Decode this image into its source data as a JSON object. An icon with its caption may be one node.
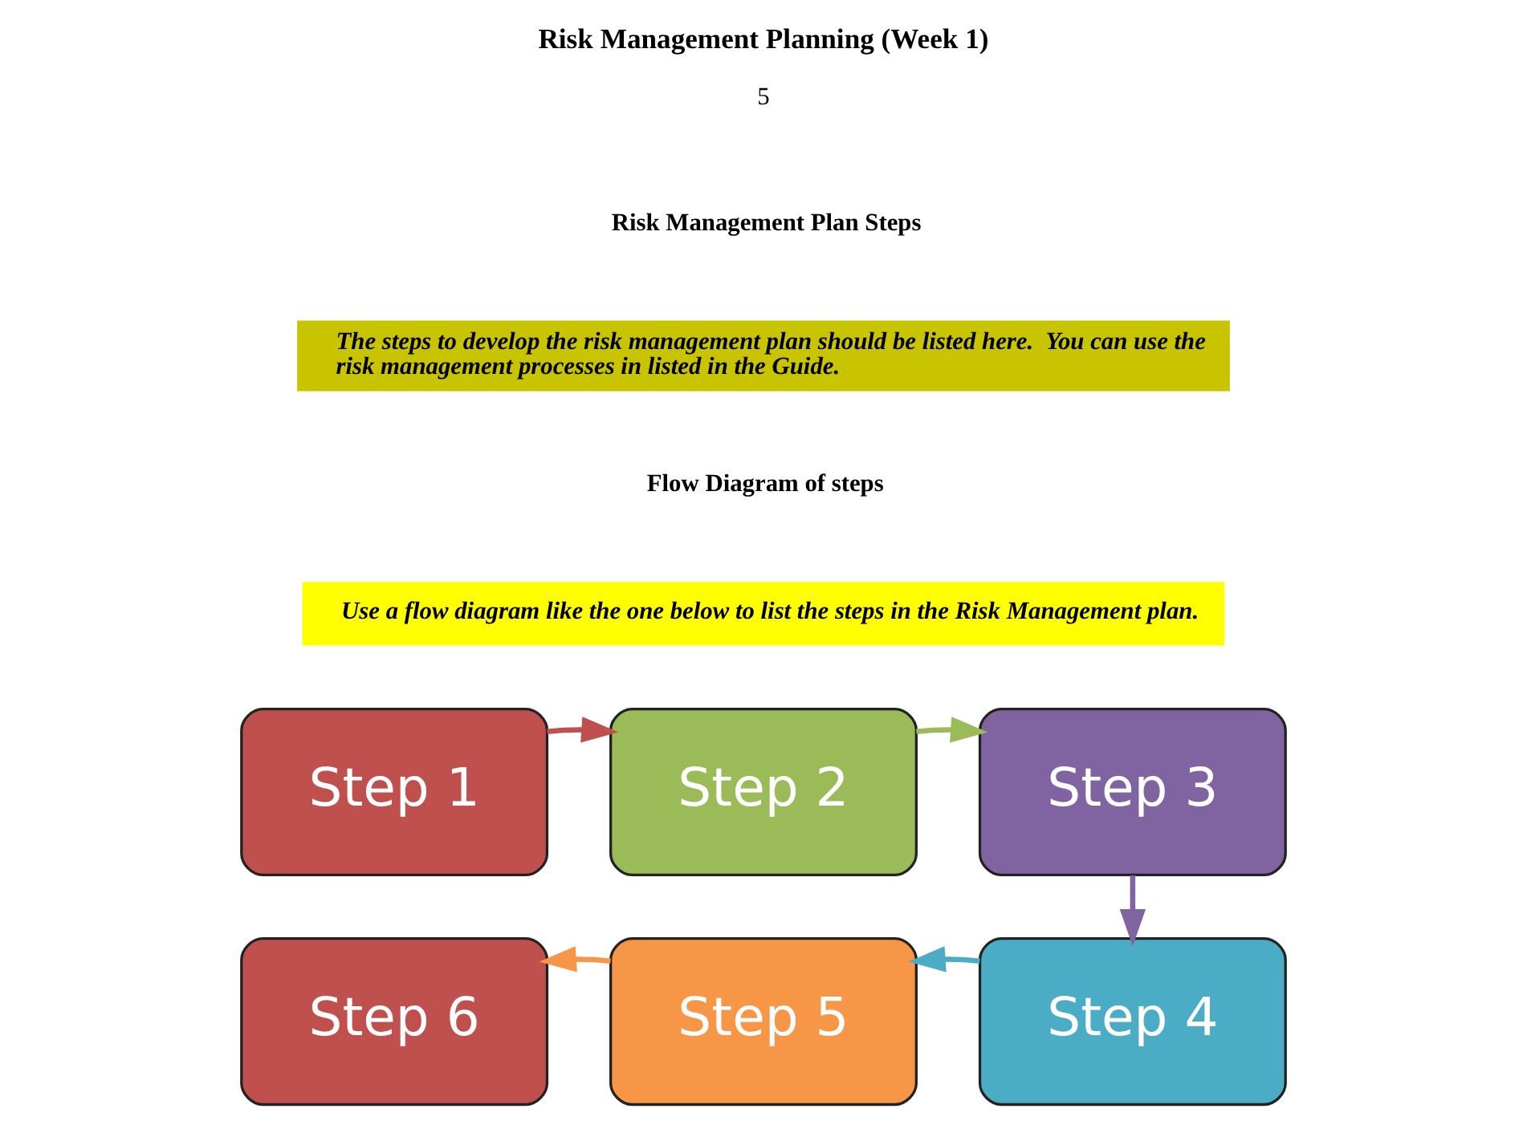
{
  "diagram": {
    "title": "Risk Management Planning (Week 1)",
    "nodes": [
      {
        "text": [
          "Step 1"
        ]
      },
      {
        "text": [
          "Step 2"
        ]
      },
      {
        "text": [
          "Step 3"
        ]
      },
      {
        "text": [
          "Step 4"
        ]
      },
      {
        "text": [
          "Step 5"
        ]
      },
      {
        "text": [
          "Step 6"
        ]
      }
    ],
    "edges": [
      {
        "from": 0,
        "to": 1,
        "arrow": "to",
        "color": "#c0504d"
      },
      {
        "from": 1,
        "to": 2,
        "arrow": "to",
        "color": "#9bbb59"
      },
      {
        "from": 2,
        "to": 3,
        "arrow": "to",
        "color": "#8064a2"
      },
      {
        "from": 3,
        "to": 4,
        "arrow": "to",
        "color": "#4bacc6"
      },
      {
        "from": 4,
        "to": 5,
        "arrow": "to",
        "color": "#f79646"
      }
    ],
    "labels": [
      "5",
      "Risk Management Plan Steps",
      "The steps to develop the risk management plan should be listed here.  You can use the risk management processes in listed in the Guide.",
      "Flow Diagram of steps",
      "Use a flow diagram like the one below to list the steps in the Risk Management plan."
    ]
  }
}
